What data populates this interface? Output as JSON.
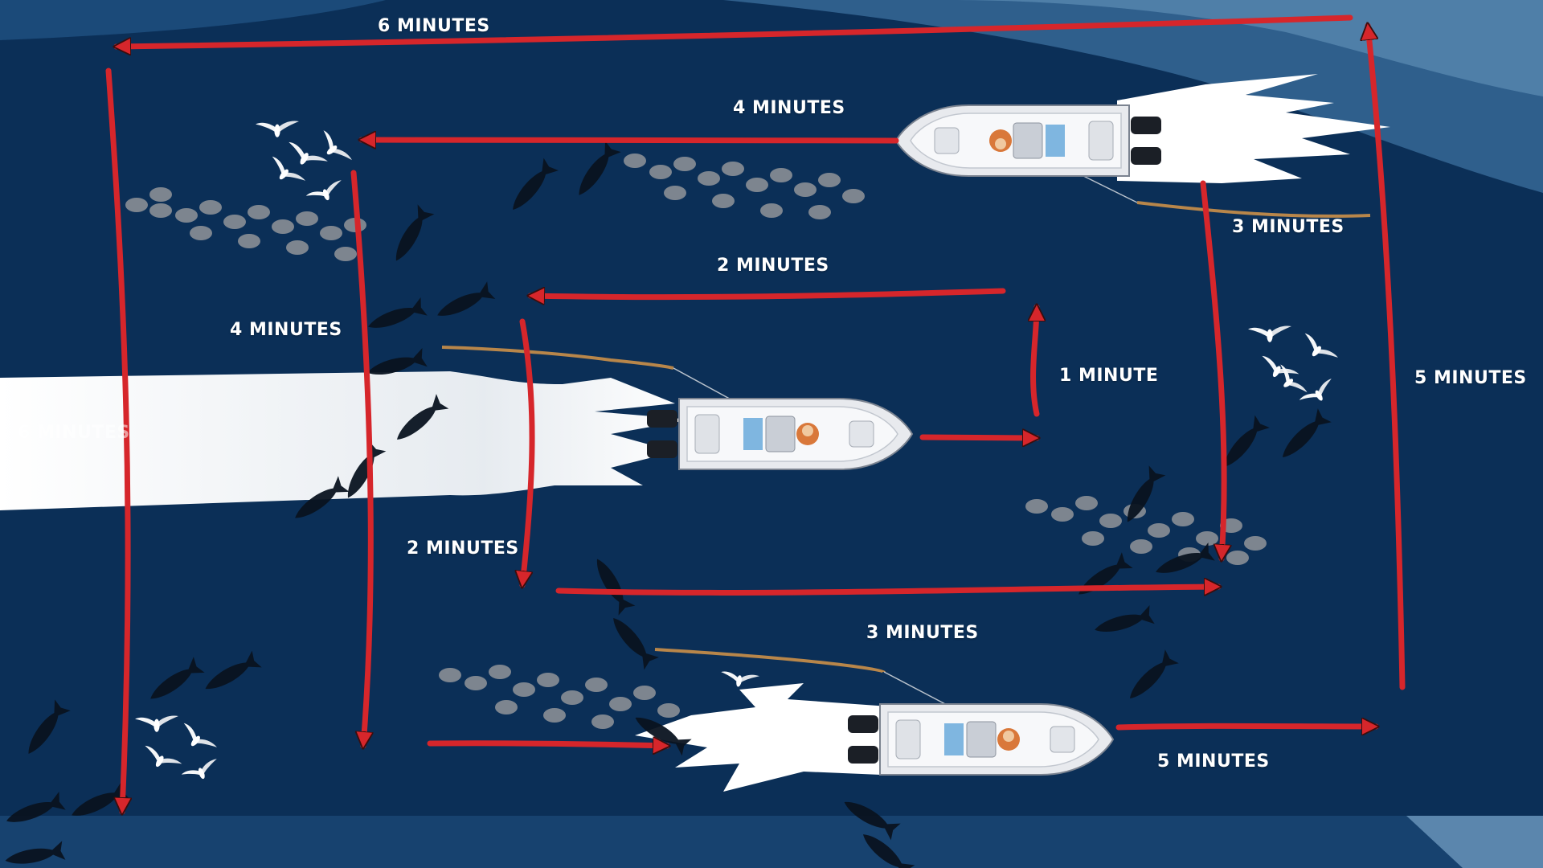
{
  "colors": {
    "sea_deep": "#0b2f57",
    "sea_mid": "#2f5f8c",
    "sea_light": "#4f7fa8",
    "arrow": "#d6262b",
    "line": "#b8864a",
    "wake": "#ffffff",
    "bait": "#8a8f96",
    "boat": "#e8eaee"
  },
  "icons": [
    "boat-icon",
    "bird-icon",
    "fish-icon",
    "bait-cluster-icon",
    "wake-icon"
  ],
  "labels": {
    "top": "6 MINUTES",
    "upper_mid": "4 MINUTES",
    "three_right": "3 MINUTES",
    "two_upper": "2 MINUTES",
    "four_left": "4 MINUTES",
    "one": "1 MINUTE",
    "five_right": "5 MINUTES",
    "six_left": "6 MINUTES",
    "two_lower": "2 MINUTES",
    "three_lower": "3 MINUTES",
    "five_lower": "5 MINUTES"
  }
}
